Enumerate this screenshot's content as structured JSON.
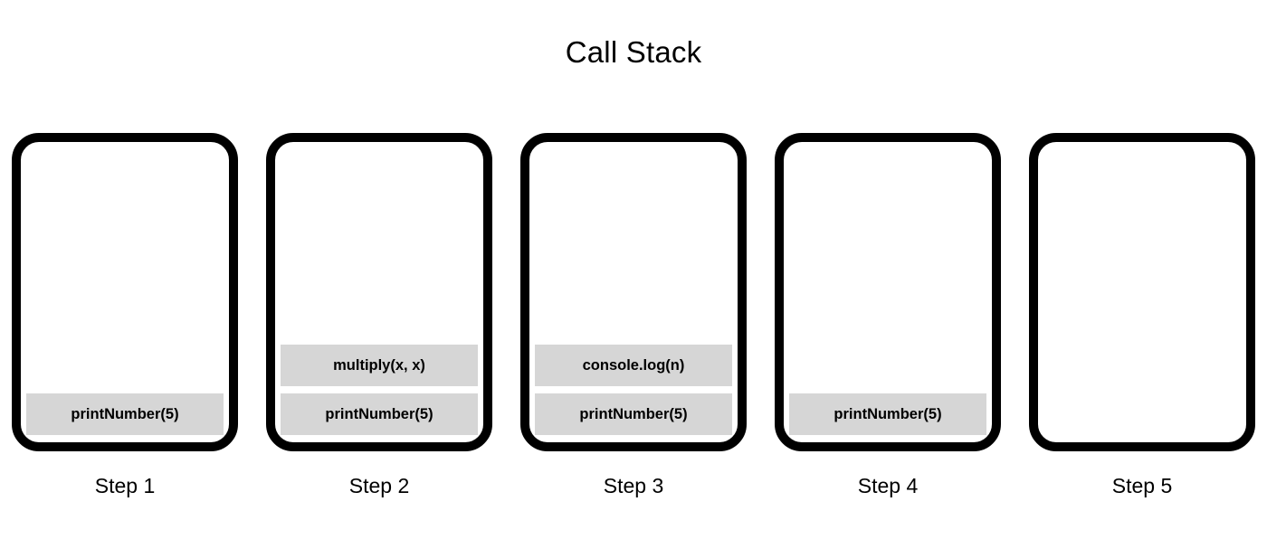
{
  "title": "Call Stack",
  "colors": {
    "background": "#ffffff",
    "card_border": "#000000",
    "frame_fill": "#d6d6d6",
    "text": "#000000"
  },
  "steps": [
    {
      "label": "Step 1",
      "frames": [
        {
          "name": "printNumber(5)"
        }
      ]
    },
    {
      "label": "Step 2",
      "frames": [
        {
          "name": "multiply(x, x)"
        },
        {
          "name": "printNumber(5)"
        }
      ]
    },
    {
      "label": "Step 3",
      "frames": [
        {
          "name": "console.log(n)"
        },
        {
          "name": "printNumber(5)"
        }
      ]
    },
    {
      "label": "Step 4",
      "frames": [
        {
          "name": "printNumber(5)"
        }
      ]
    },
    {
      "label": "Step 5",
      "frames": []
    }
  ]
}
